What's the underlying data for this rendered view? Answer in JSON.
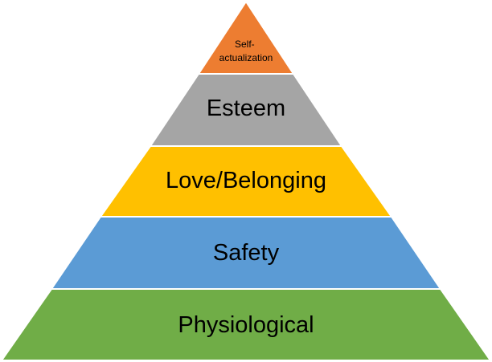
{
  "pyramid": {
    "tiers": [
      {
        "id": "self-actualization",
        "label_lines": [
          "Self-",
          "actualization"
        ],
        "color": "#ED7D31"
      },
      {
        "id": "esteem",
        "label_lines": [
          "Esteem"
        ],
        "color": "#A5A5A5"
      },
      {
        "id": "love-belonging",
        "label_lines": [
          "Love/Belonging"
        ],
        "color": "#FFC000"
      },
      {
        "id": "safety",
        "label_lines": [
          "Safety"
        ],
        "color": "#5B9BD5"
      },
      {
        "id": "physiological",
        "label_lines": [
          "Physiological"
        ],
        "color": "#70AD47"
      }
    ]
  }
}
